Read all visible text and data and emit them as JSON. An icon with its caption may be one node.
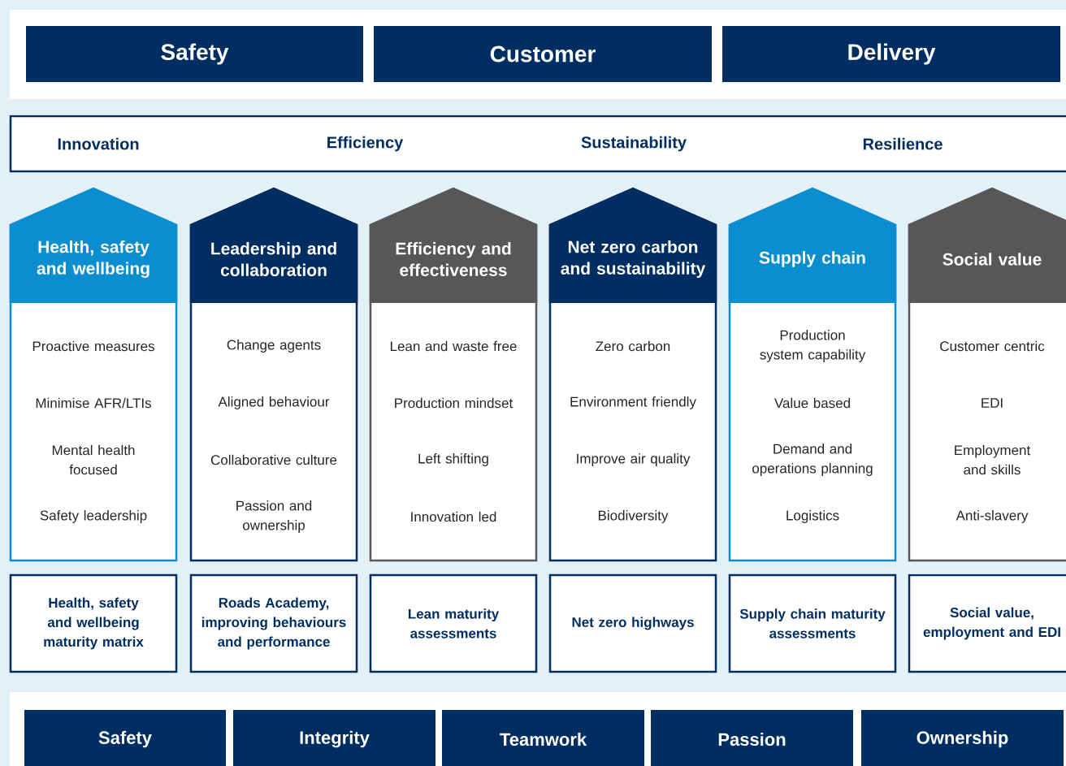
{
  "diagram": {
    "nodes": [
      {
        "text": [
          "Safety"
        ]
      },
      {
        "text": [
          "Customer"
        ]
      },
      {
        "text": [
          "Delivery"
        ]
      },
      {
        "text": [
          "Innovation",
          "Efficiency",
          "Sustainability",
          "Resilience"
        ]
      },
      {
        "text": [
          "Health, safety and wellbeing",
          "Proactive measures",
          "Minimise AFR/LTIs",
          "Mental health focused",
          "Safety leadership"
        ]
      },
      {
        "text": [
          "Leadership and collaboration",
          "Change agents",
          "Aligned behaviour",
          "Collaborative culture",
          "Passion and ownership"
        ]
      },
      {
        "text": [
          "Efficiency and effectiveness",
          "Lean and waste free",
          "Production mindset",
          "Left shifting",
          "Innovation led"
        ]
      },
      {
        "text": [
          "Net zero carbon and sustainability",
          "Zero carbon",
          "Environment friendly",
          "Improve air quality",
          "Biodiversity"
        ]
      },
      {
        "text": [
          "Supply chain",
          "Production system capability",
          "Value based",
          "Demand and operations planning",
          "Logistics"
        ]
      },
      {
        "text": [
          "Social value",
          "Customer centric",
          "EDI",
          "Employment and skills",
          "Anti-slavery"
        ]
      },
      {
        "text": [
          "Health, safety and wellbeing maturity matrix"
        ]
      },
      {
        "text": [
          "Roads Academy, improving behaviours and performance"
        ]
      },
      {
        "text": [
          "Lean maturity assessments"
        ]
      },
      {
        "text": [
          "Net zero highways"
        ]
      },
      {
        "text": [
          "Supply chain maturity assessments"
        ]
      },
      {
        "text": [
          "Social value, employment and EDI"
        ]
      },
      {
        "text": [
          "Safety"
        ]
      },
      {
        "text": [
          "Integrity"
        ]
      },
      {
        "text": [
          "Teamwork"
        ]
      },
      {
        "text": [
          "Passion"
        ]
      },
      {
        "text": [
          "Ownership"
        ]
      }
    ]
  }
}
